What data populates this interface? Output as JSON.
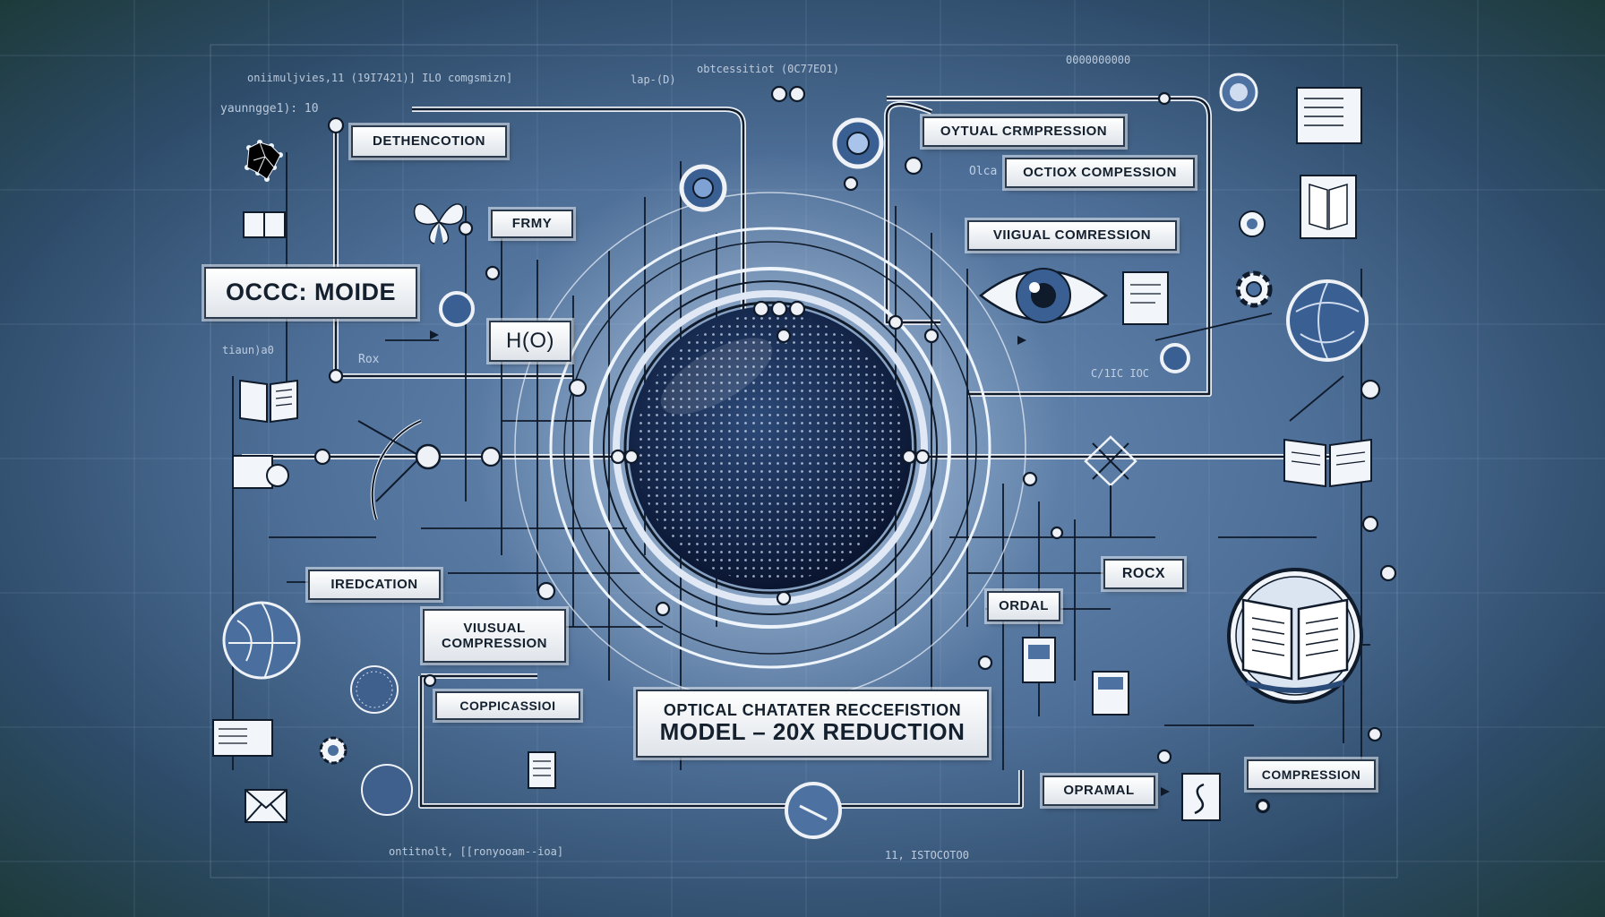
{
  "labels": {
    "ocr_mode": "OCCC: MOIDE",
    "detection": "DETHENCOTION",
    "frmy": "FRMY",
    "ho": "H(O)",
    "iredcation": "IREDCATION",
    "visual_compression_left_1": "VIUSUAL",
    "visual_compression_left_2": "COMPRESSION",
    "coppicassio": "COPPICASSIOI",
    "main_title_line1": "OPTICAL CHATATER RECCEFISTION",
    "main_title_line2": "MODEL – 20X REDUCTION",
    "optual_compression": "OYTUAL CRMPRESSION",
    "octiox_compression": "OCTIOX COMPESSION",
    "visual_compression_right": "VIIGUAL COMRESSION",
    "rocx": "ROCX",
    "ordal": "ORDAL",
    "opramal": "OPRAMAL",
    "compression": "COMPRESSION"
  },
  "faint_text": {
    "top_left": "oniimuljvies,11 (19I7421)] ILO comgsmizn]",
    "left_small": "yaunngge1): 10",
    "top_mid_a": "obtcessitiot (0C77EO1)",
    "top_mid_b": "lap-(D)",
    "top_right": "0000000000",
    "mid_left": "tiaun)a0",
    "rox": "Rox",
    "ola": "Olca",
    "cric": "C/1IC IOC",
    "bottom_left": "ontitnolt, [[ronyooam--ioa]",
    "bottom_mid": "11, ISTOCOTO0"
  },
  "colors": {
    "background_center": "#6d8fb8",
    "background_edge": "#1d3a3a",
    "wire": "#0f1a2a",
    "label_fill": "#ffffff",
    "node_fill": "#eef2f7"
  },
  "icons": [
    "mesh-sphere-icon",
    "butterfly-icon",
    "document-icon",
    "book-icon",
    "eye-icon",
    "gear-icon",
    "globe-icon",
    "lens-icon",
    "envelope-icon",
    "monitor-icon",
    "open-book-icon"
  ]
}
